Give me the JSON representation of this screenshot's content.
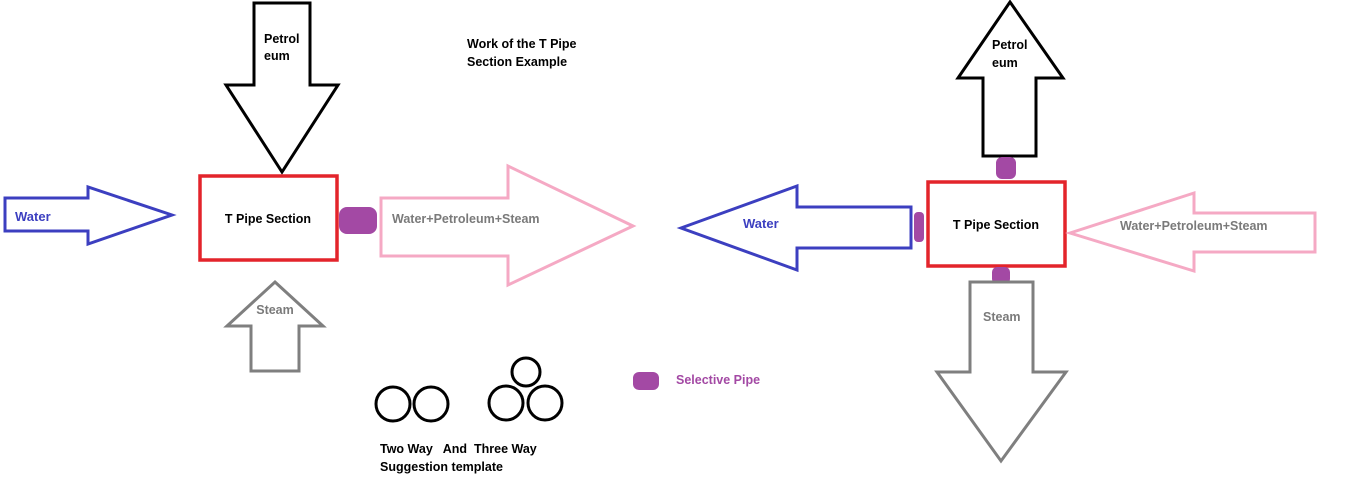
{
  "title": {
    "line1": "Work of the T Pipe",
    "line2": "Section Example"
  },
  "left_diagram": {
    "t_pipe_label": "T Pipe Section",
    "water_label": "Water",
    "petroleum_line1": "Petrol",
    "petroleum_line2": "eum",
    "steam_label": "Steam",
    "output_label": "Water+Petroleum+Steam"
  },
  "right_diagram": {
    "t_pipe_label": "T Pipe Section",
    "water_label": "Water",
    "petroleum_line1": "Petrol",
    "petroleum_line2": "eum",
    "steam_label": "Steam",
    "input_label": "Water+Petroleum+Steam"
  },
  "legend": {
    "selective_pipe_label": "Selective Pipe",
    "template_line1": "Two Way   And  Three Way",
    "template_line2": "Suggestion template"
  },
  "colors": {
    "t_pipe_border": "#e3242b",
    "water": "#3c3fc0",
    "petroleum": "#000000",
    "steam": "#7f7f7f",
    "mixture": "#f5a9c4",
    "mixture_text": "#7a7a7a",
    "selective_pipe": "#a349a4"
  }
}
